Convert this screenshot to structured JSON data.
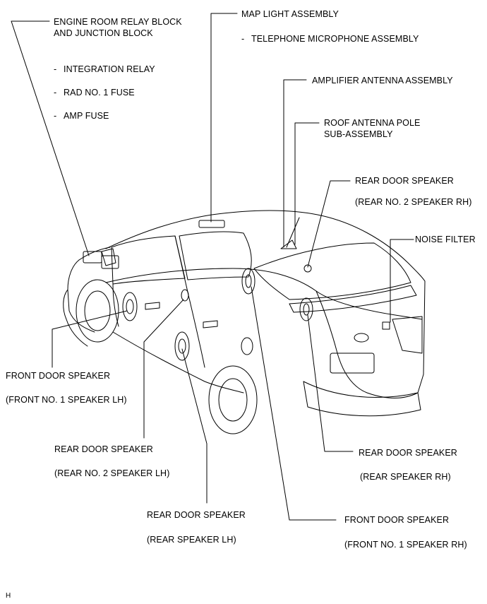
{
  "labels": {
    "engine_room": [
      "ENGINE ROOM RELAY BLOCK",
      "AND JUNCTION BLOCK"
    ],
    "integration_relay": "INTEGRATION RELAY",
    "rad_fuse": "RAD NO. 1 FUSE",
    "amp_fuse": "AMP FUSE",
    "map_light": "MAP LIGHT ASSEMBLY",
    "telephone_mic": "TELEPHONE MICROPHONE ASSEMBLY",
    "amp_antenna": "AMPLIFIER ANTENNA ASSEMBLY",
    "roof_antenna": [
      "ROOF ANTENNA POLE",
      "SUB-ASSEMBLY"
    ],
    "rear_door_speaker_rh2": [
      "REAR DOOR SPEAKER",
      "(REAR NO. 2 SPEAKER RH)"
    ],
    "noise_filter": "NOISE FILTER",
    "front_door_speaker_lh": [
      "FRONT DOOR SPEAKER",
      "(FRONT NO. 1 SPEAKER LH)"
    ],
    "rear_door_speaker_lh2": [
      "REAR DOOR SPEAKER",
      "(REAR NO. 2 SPEAKER LH)"
    ],
    "rear_door_speaker_rh": [
      "REAR DOOR SPEAKER",
      "(REAR SPEAKER RH)"
    ],
    "rear_door_speaker_lh": [
      "REAR DOOR SPEAKER",
      "(REAR SPEAKER LH)"
    ],
    "front_door_speaker_rh": [
      "FRONT DOOR SPEAKER",
      "(FRONT NO. 1 SPEAKER RH)"
    ]
  },
  "footer_code": "H"
}
